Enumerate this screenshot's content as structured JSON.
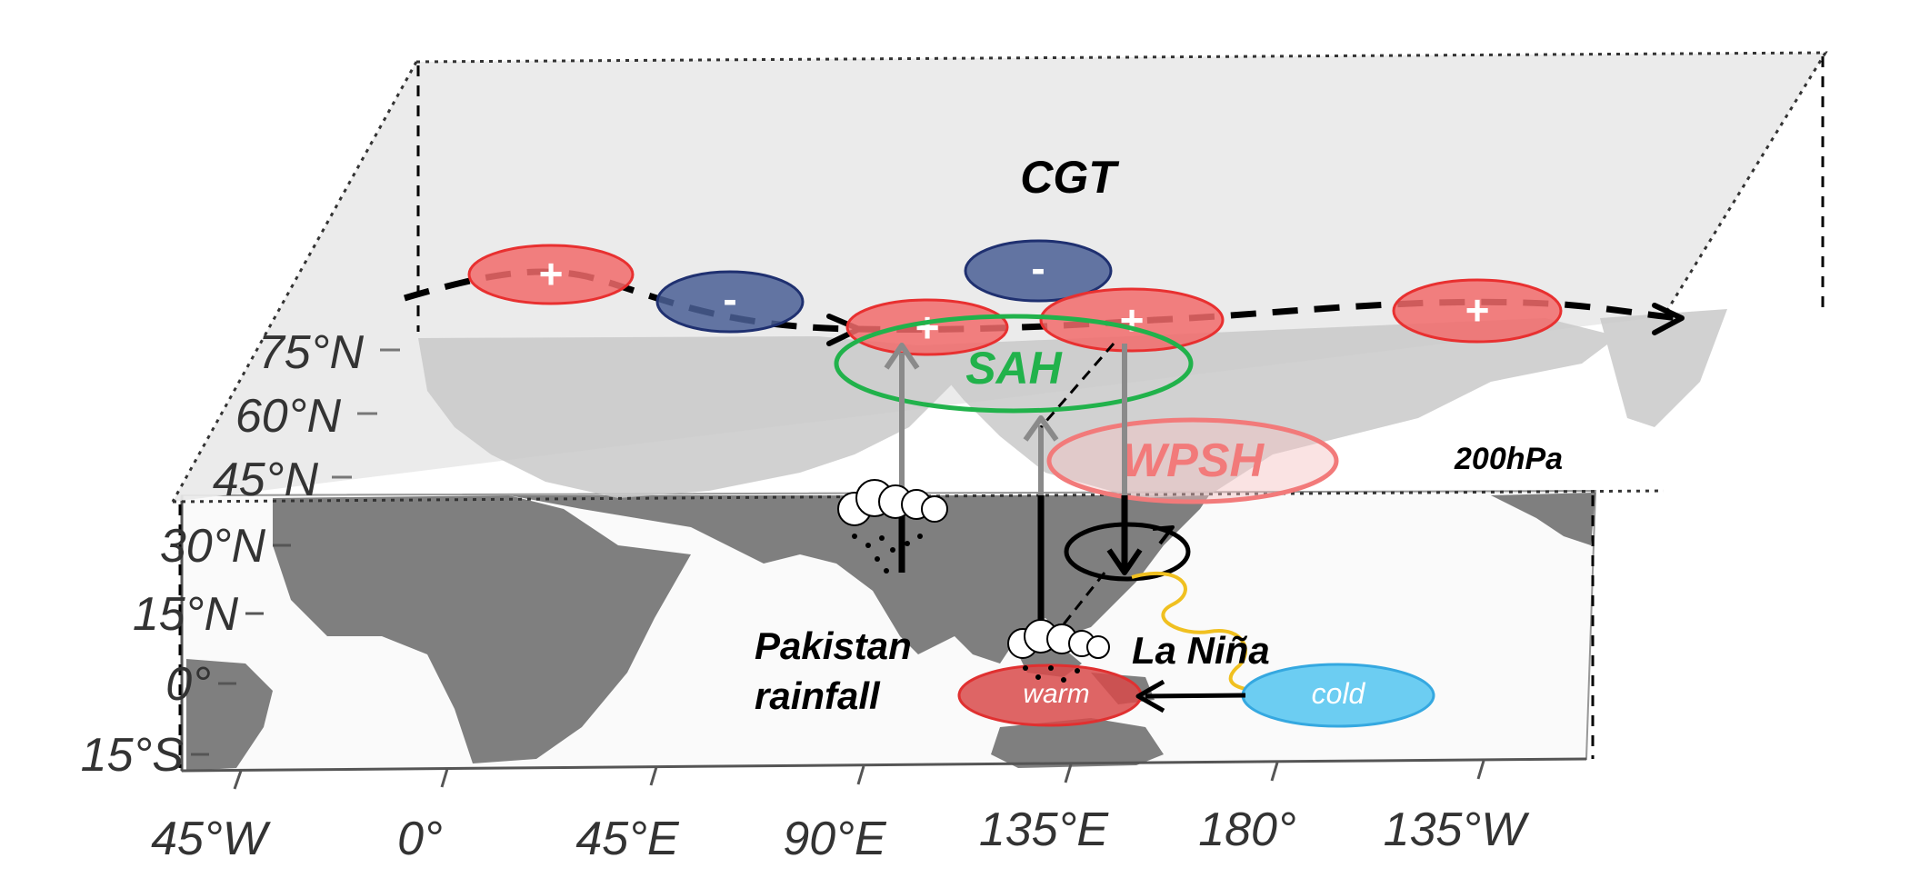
{
  "upper_level": {
    "title": "CGT",
    "pressure_label": "200hPa",
    "anomaly_signs": {
      "plus": "+",
      "minus": "-"
    }
  },
  "features": {
    "sah": "SAH",
    "wpsh": "WPSH",
    "pakistan_line1": "Pakistan",
    "pakistan_line2": "rainfall",
    "la_nina": "La Niña",
    "warm": "warm",
    "cold": "cold"
  },
  "axes": {
    "longitude_ticks": [
      "45°W",
      "0°",
      "45°E",
      "90°E",
      "135°E",
      "180°",
      "135°W"
    ],
    "lower_latitude_ticks": [
      "30°N",
      "15°N",
      "0°",
      "15°S"
    ],
    "upper_latitude_ticks": [
      "75°N",
      "60°N",
      "45°N"
    ]
  },
  "colors": {
    "positive_anomaly": "#f26b6b",
    "negative_anomaly": "#4a5f95",
    "sah_contour": "#21b24b",
    "wpsh": "#f27a7a",
    "cold": "#6ccdf2",
    "warm": "#d84a4a",
    "land": "#7d7d7d",
    "upper_plane": "#e6e6e6"
  }
}
